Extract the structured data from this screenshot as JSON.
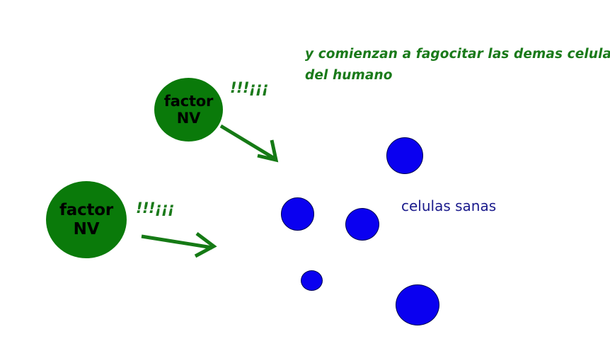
{
  "diagram": {
    "background_color": "#ffffff",
    "annotation": {
      "text": "y comienzan a fagocitar las demas celulas\ndel humano",
      "color": "#1a7a1a"
    },
    "healthy_cells_label": {
      "text": "celulas sanas",
      "color": "#1a1a8c"
    },
    "factor_cells": [
      {
        "id": "factor-nv-top",
        "line1": "factor",
        "line2": "NV",
        "color": "#0a7a0a",
        "text_color": "#000000"
      },
      {
        "id": "factor-nv-bottom",
        "line1": "factor",
        "line2": "NV",
        "color": "#0a7a0a",
        "text_color": "#000000"
      }
    ],
    "exclamations": [
      {
        "id": "exclaim-top",
        "text": "!!!¡¡¡",
        "color": "#1a7a1a"
      },
      {
        "id": "exclaim-bottom",
        "text": "!!!¡¡¡",
        "color": "#1a7a1a"
      }
    ],
    "healthy_cells": [
      {
        "id": "healthy-cell-1",
        "color": "#0a00f0"
      },
      {
        "id": "healthy-cell-2",
        "color": "#0a00f0"
      },
      {
        "id": "healthy-cell-3",
        "color": "#0a00f0"
      },
      {
        "id": "healthy-cell-4",
        "color": "#0a00f0"
      },
      {
        "id": "healthy-cell-5",
        "color": "#0a00f0"
      }
    ],
    "arrows": [
      {
        "id": "arrow-top",
        "color": "#157a15",
        "direction": "down-right"
      },
      {
        "id": "arrow-bottom",
        "color": "#157a15",
        "direction": "right"
      }
    ]
  }
}
